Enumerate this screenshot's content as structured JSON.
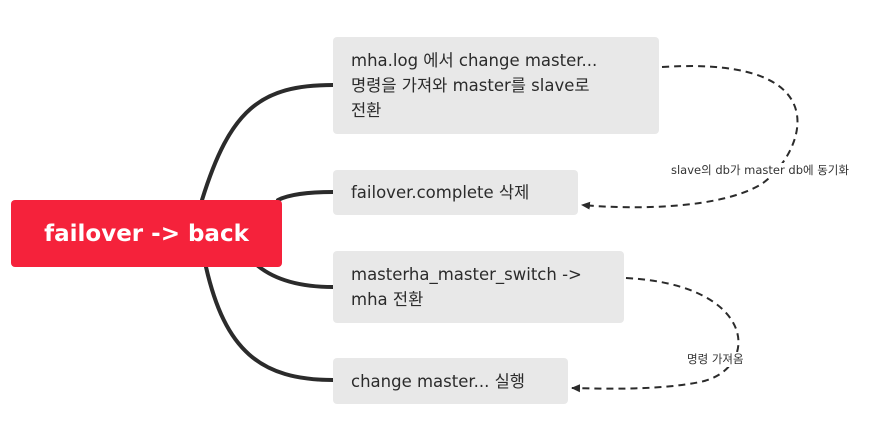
{
  "root": {
    "label": "failover -> back",
    "color": "#f5223b"
  },
  "nodes": [
    {
      "lines": [
        "mha.log 에서 change master...",
        "명령을 가져와 master를 slave로",
        "전환"
      ]
    },
    {
      "lines": [
        "failover.complete 삭제"
      ]
    },
    {
      "lines": [
        "masterha_master_switch ->",
        "mha 전환"
      ]
    },
    {
      "lines": [
        "change master... 실행"
      ]
    }
  ],
  "relationships": [
    {
      "label": "slave의 db가 master db에 동기화",
      "from": 0,
      "to": 1
    },
    {
      "label": "명령 가져옴",
      "from": 2,
      "to": 3
    }
  ],
  "colors": {
    "node_fill": "#e8e8e8",
    "connector": "#2b2b2b",
    "text": "#2b2b2b"
  }
}
